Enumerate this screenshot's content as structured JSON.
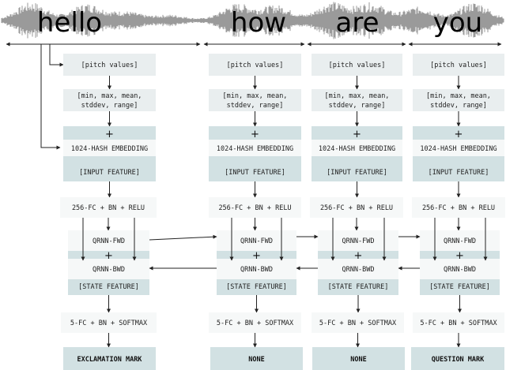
{
  "words": [
    "hello",
    "how",
    "are",
    "you"
  ],
  "pitch_label": "[pitch values]",
  "stats_line1": "[min, max, mean,",
  "stats_line2": "stddev, range]",
  "plus": "+",
  "hash_label": "1024-HASH EMBEDDING",
  "input_label": "[INPUT FEATURE]",
  "fc256_label": "256-FC + BN + RELU",
  "qrnn_fwd": "QRNN-FWD",
  "qrnn_bwd": "QRNN-BWD",
  "state_label": "[STATE FEATURE]",
  "fc5_label": "5-FC + BN + SOFTMAX",
  "outputs": [
    "EXCLAMATION MARK",
    "NONE",
    "NONE",
    "QUESTION MARK"
  ]
}
